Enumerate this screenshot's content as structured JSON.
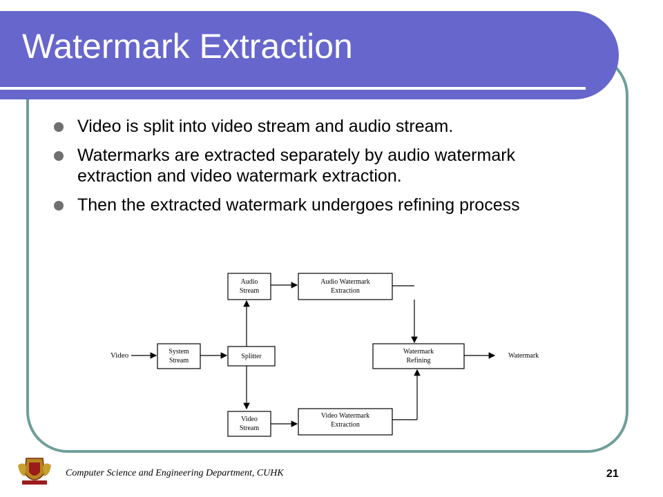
{
  "slide": {
    "title": "Watermark Extraction",
    "bullets": [
      "Video is split into video stream and audio stream.",
      "Watermarks are extracted separately by audio watermark extraction and video watermark extraction.",
      "Then the extracted watermark undergoes refining process"
    ]
  },
  "diagram": {
    "input_label": "Video",
    "output_label": "Watermark",
    "boxes": {
      "system_stream": [
        "System",
        "Stream"
      ],
      "splitter": [
        "Splitter"
      ],
      "audio_stream": [
        "Audio",
        "Stream"
      ],
      "video_stream": [
        "Video",
        "Stream"
      ],
      "audio_extraction": [
        "Audio Watermark",
        "Extraction"
      ],
      "video_extraction": [
        "Video Watermark",
        "Extraction"
      ],
      "refining": [
        "Watermark",
        "Refining"
      ]
    }
  },
  "footer": {
    "department": "Computer Science and Engineering Department, CUHK",
    "page_number": "21"
  },
  "colors": {
    "title_bar": "#6666cc",
    "frame": "#6f9e9a",
    "bullet": "#6f6f6f"
  }
}
